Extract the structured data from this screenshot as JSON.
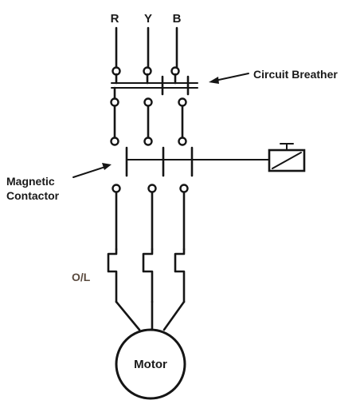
{
  "supply": {
    "phases": [
      "R",
      "Y",
      "B"
    ]
  },
  "labels": {
    "breaker": "Circuit Breather",
    "contactor_line1": "Magnetic",
    "contactor_line2": "Contactor",
    "overload": "O/L",
    "motor": "Motor"
  },
  "colors": {
    "ink": "#151515",
    "overload_label": "#5a4a3e",
    "background": "#ffffff"
  }
}
